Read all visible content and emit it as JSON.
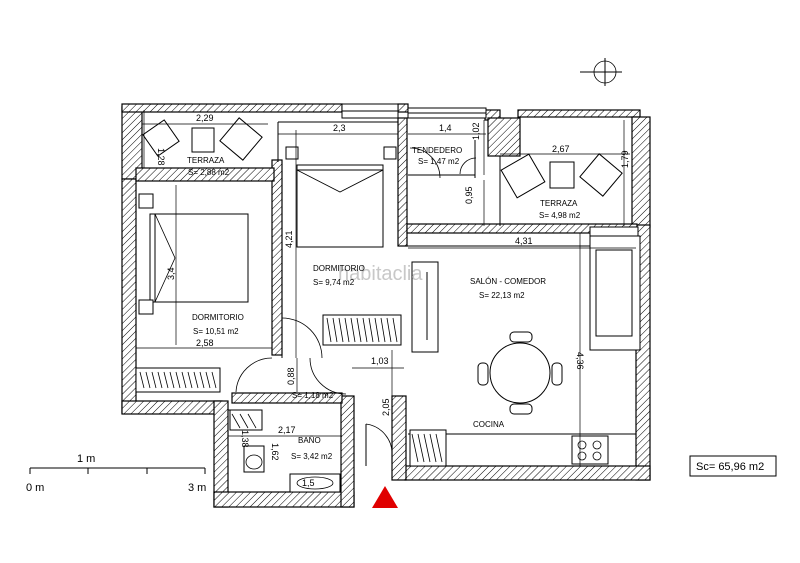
{
  "rooms": {
    "terraza_left": {
      "name": "TERRAZA",
      "area": "S= 2,88 m2"
    },
    "tendedero": {
      "name": "TENDEDERO",
      "area": "S= 1,47 m2"
    },
    "terraza_right": {
      "name": "TERRAZA",
      "area": "S= 4,98 m2"
    },
    "dormitorio_left": {
      "name": "DORMITORIO",
      "area": "S= 10,51 m2"
    },
    "dormitorio_center": {
      "name": "DORMITORIO",
      "area": "S= 9,74 m2"
    },
    "salon": {
      "name": "SALÓN - COMEDOR",
      "area": "S= 22,13 m2"
    },
    "pasillo": {
      "area": "S= 1,18 m2"
    },
    "bano": {
      "name": "BAÑO",
      "area": "S= 3,42 m2"
    },
    "cocina": {
      "name": "COCINA"
    }
  },
  "dimensions": {
    "d229": "2,29",
    "d128": "1,28",
    "d23": "2,3",
    "d14": "1,4",
    "d102": "1,02",
    "d267": "2,67",
    "d179": "1,79",
    "d095": "0,95",
    "d421": "4,21",
    "d34": "3,4",
    "d431": "4,31",
    "d258": "2,58",
    "d088": "0,88",
    "d103": "1,03",
    "d205": "2,05",
    "d436": "4,36",
    "d217": "2,17",
    "d138": "1,38",
    "d162": "1,62",
    "d15": "1,5"
  },
  "scale_bar": {
    "label_mid": "1 m",
    "label_start": "0 m",
    "label_end": "3 m"
  },
  "total_area": "Sc= 65,96 m2",
  "watermark": "habitaclia"
}
